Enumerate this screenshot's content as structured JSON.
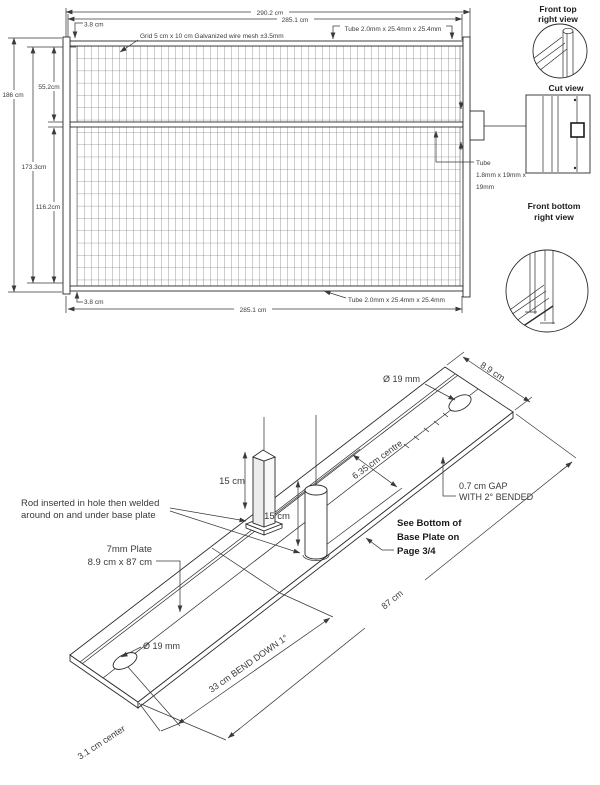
{
  "fence": {
    "dim_total_width": "290.2 cm",
    "dim_inner_width_top": "285.1 cm",
    "dim_inner_width_bottom": "285.1 cm",
    "dim_offset_top": "3.8 cm",
    "dim_offset_bottom": "3.8 cm",
    "dim_total_height": "186 cm",
    "dim_mesh_height": "173.3cm",
    "dim_upper_section": "55.2cm",
    "dim_lower_section": "116.2cm",
    "label_grid": "Grid 5 cm x 10 cm  Galvanized wire mesh ±3.5mm",
    "label_tube_top": "Tube 2.0mm x 25.4mm x 25.4mm",
    "label_tube_bottom": "Tube 2.0mm x 25.4mm x 25.4mm",
    "label_tube_mid_1": "Tube",
    "label_tube_mid_2": "1.8mm x 19mm x",
    "label_tube_mid_3": "19mm"
  },
  "views": {
    "front_top_1": "Front top",
    "front_top_2": "right view",
    "cut": "Cut view",
    "front_bottom_1": "Front bottom",
    "front_bottom_2": "right view"
  },
  "base_plate": {
    "label_rod_1": "Rod inserted in hole then welded",
    "label_rod_2": "around on and under base plate",
    "label_plate_1": "7mm Plate",
    "label_plate_2": "8.9 cm x 87 cm",
    "label_gap_1": "0.7 cm GAP",
    "label_gap_2": "WITH 2° BENDED",
    "label_see_1": "See Bottom of",
    "label_see_2": "Base Plate on",
    "label_see_3": "Page 3/4",
    "dim_hole_top": "Ø 19 mm",
    "dim_hole_bottom": "Ø 19 mm",
    "dim_plate_width": "8.9 cm",
    "dim_rod_spacing": "6.35 cm centre",
    "dim_rod_square_height": "15 cm",
    "dim_rod_round_height": "15 cm",
    "dim_plate_length": "87 cm",
    "dim_bend": "33 cm BEND DOWN 1°",
    "dim_hole_center": "3.1 cm center"
  },
  "colors": {
    "line": "#2b2b2b",
    "text": "#3a3a3a",
    "background": "#ffffff"
  }
}
